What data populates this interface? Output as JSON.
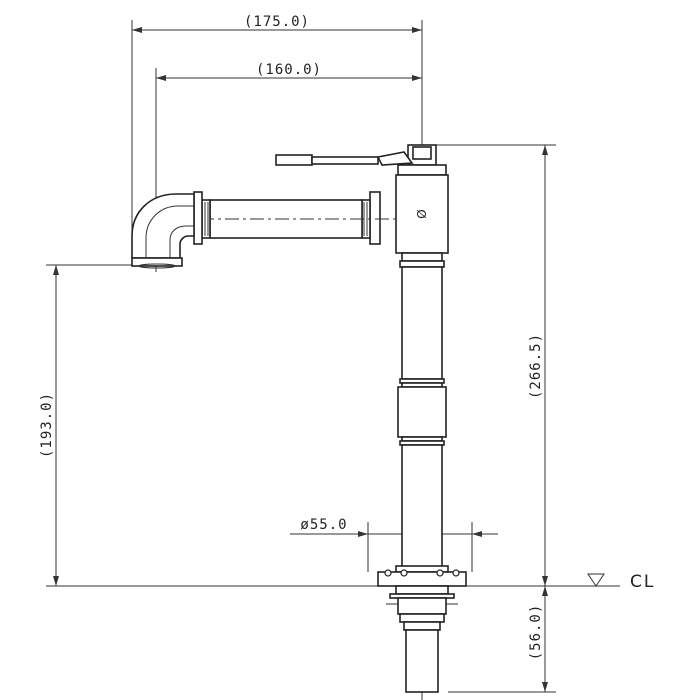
{
  "dimensions": {
    "overall_reach": "(175.0)",
    "spout_reach": "(160.0)",
    "total_height": "(266.5)",
    "spout_height": "(193.0)",
    "base_diameter": "ø55.0",
    "below_counter": "(56.0)"
  },
  "centerline_label": "CL",
  "handle_marking": "Ø"
}
